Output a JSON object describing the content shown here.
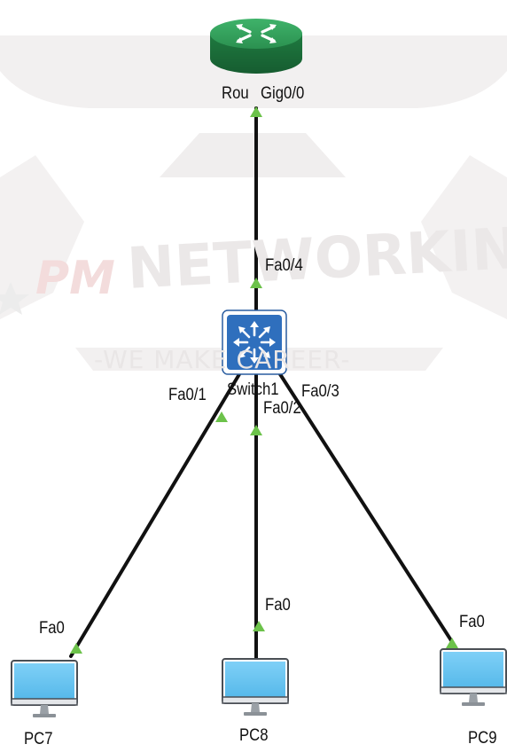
{
  "watermark": {
    "brand_prefix": "PM",
    "brand_main": "NETWORKING",
    "tagline": "-WE MAKE CAREER-",
    "color": "#ece9e9",
    "accent_color": "#f1dddd"
  },
  "devices": {
    "router": {
      "name": "Rou",
      "icon": "router-icon",
      "color": "#2e9a54"
    },
    "switch": {
      "name": "Switch1",
      "icon": "multilayer-switch-icon",
      "color": "#2f6fbd"
    },
    "pc7": {
      "name": "PC7",
      "icon": "pc-monitor-icon"
    },
    "pc8": {
      "name": "PC8",
      "icon": "pc-monitor-icon"
    },
    "pc9": {
      "name": "PC9",
      "icon": "pc-monitor-icon"
    }
  },
  "ports": {
    "router_gig": "Gig0/0",
    "switch_fa04": "Fa0/4",
    "switch_fa01": "Fa0/1",
    "switch_fa02": "Fa0/2",
    "switch_fa03": "Fa0/3",
    "pc7_fa0": "Fa0",
    "pc8_fa0": "Fa0",
    "pc9_fa0": "Fa0"
  },
  "link_status": {
    "color": "#6cc24a",
    "state": "up"
  },
  "links": [
    {
      "from": "Rou Gig0/0",
      "to": "Switch1 Fa0/4"
    },
    {
      "from": "Switch1 Fa0/1",
      "to": "PC7 Fa0"
    },
    {
      "from": "Switch1 Fa0/2",
      "to": "PC8 Fa0"
    },
    {
      "from": "Switch1 Fa0/3",
      "to": "PC9 Fa0"
    }
  ]
}
